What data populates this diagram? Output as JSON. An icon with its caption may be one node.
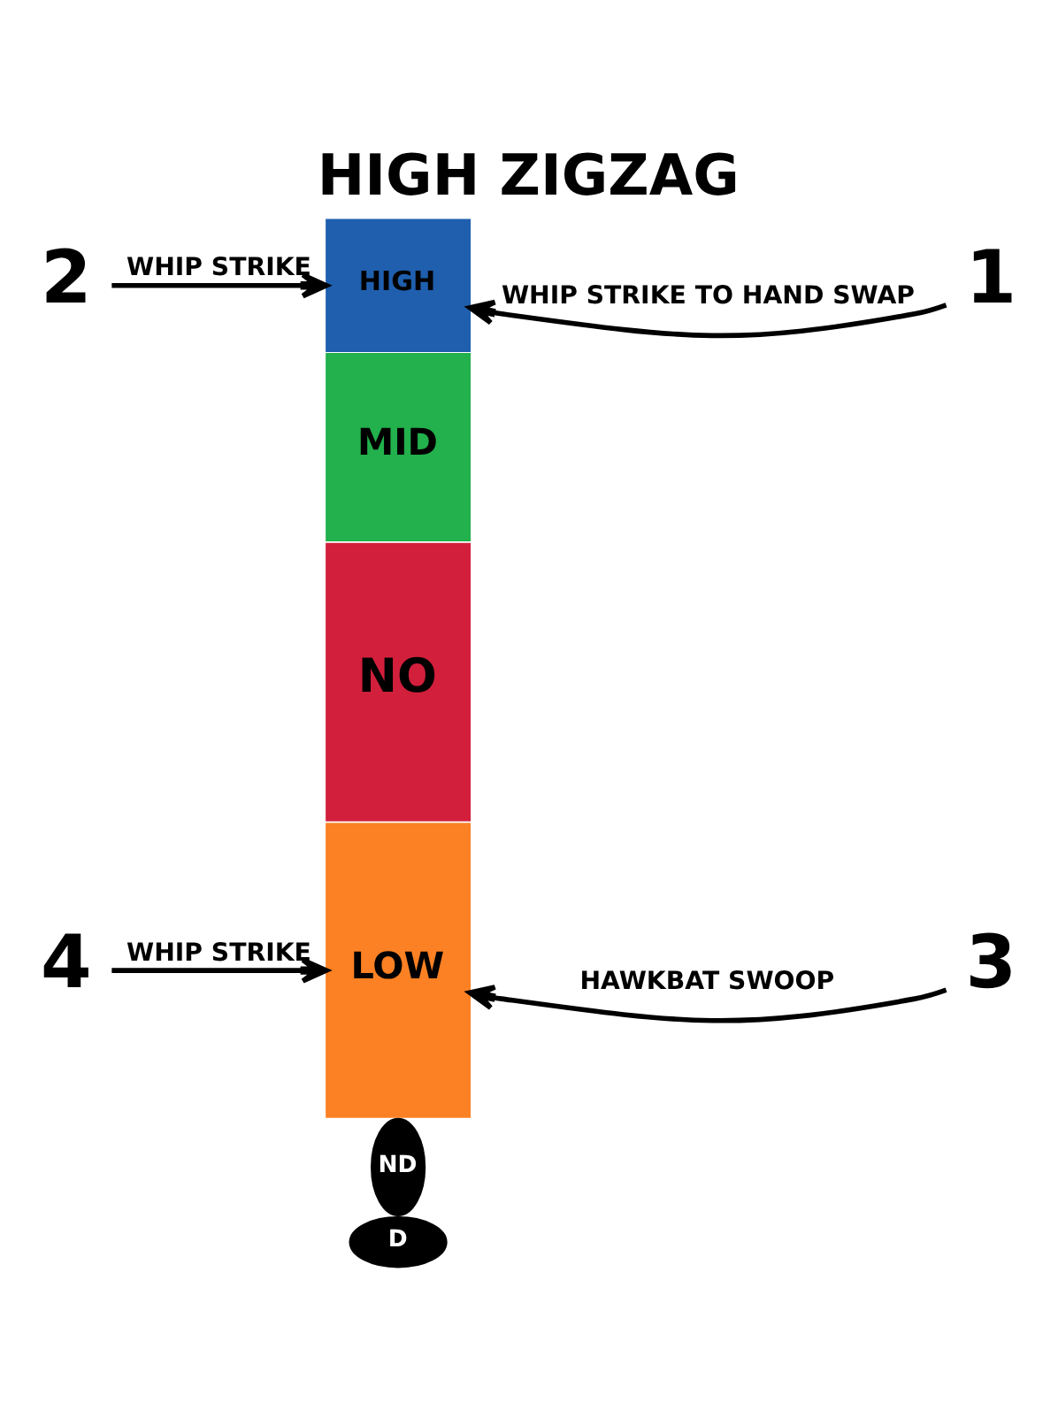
{
  "diagram": {
    "title": "HIGH ZIGZAG",
    "nodes": [
      {
        "text": [
          "2"
        ]
      },
      {
        "text": [
          "HIGH"
        ]
      },
      {
        "text": [
          "1"
        ]
      },
      {
        "text": [
          "MID"
        ]
      },
      {
        "text": [
          "NO"
        ]
      },
      {
        "text": [
          "4"
        ]
      },
      {
        "text": [
          "LOW"
        ]
      },
      {
        "text": [
          "3"
        ]
      },
      {
        "text": [
          "ND"
        ]
      },
      {
        "text": [
          "D"
        ]
      }
    ],
    "edges": [
      {
        "from": 0,
        "to": 1,
        "arrow": "to",
        "label": "WHIP STRIKE"
      },
      {
        "from": 2,
        "to": 1,
        "arrow": "to",
        "label": "WHIP STRIKE TO HAND SWAP"
      },
      {
        "from": 5,
        "to": 6,
        "arrow": "to",
        "label": "WHIP STRIKE"
      },
      {
        "from": 7,
        "to": 6,
        "arrow": "to",
        "label": "HAWKBAT SWOOP"
      }
    ]
  }
}
